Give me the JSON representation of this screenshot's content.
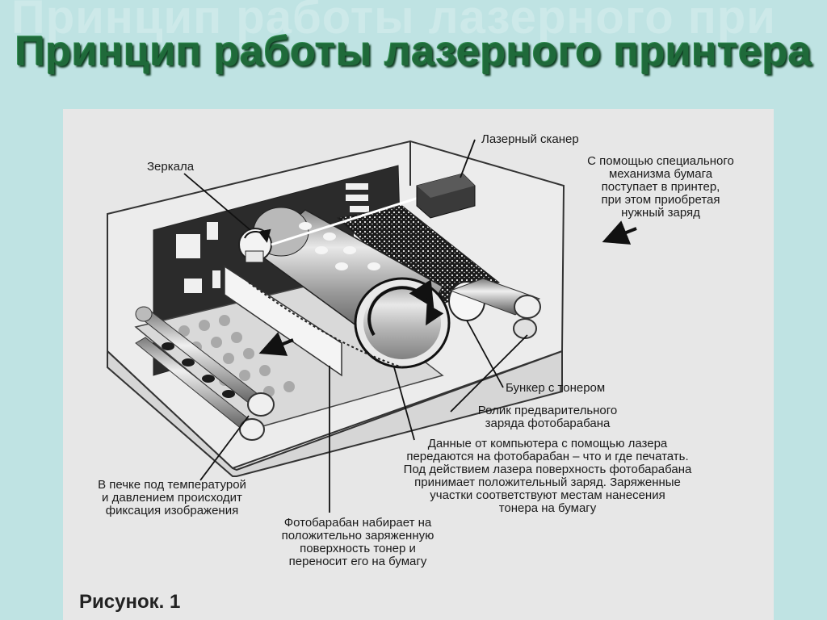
{
  "slide": {
    "ghost_title": "Принцип работы лазерного при",
    "title": "Принцип работы лазерного принтера"
  },
  "figure": {
    "caption": "Рисунок. 1",
    "labels": {
      "laser_scanner": "Лазерный сканер",
      "mirrors": "Зеркала",
      "paper_line1": "С помощью специального",
      "paper_line2": "механизма бумага",
      "paper_line3": "поступает в принтер,",
      "paper_line4": "при этом приобретая",
      "paper_line5": "нужный заряд",
      "toner_hopper": "Бункер с тонером",
      "precharge_line1": "Ролик предварительного",
      "precharge_line2": "заряда фотобарабана",
      "data_line1": "Данные от компьютера с помощью лазера",
      "data_line2": "передаются на фотобарабан – что и где печатать.",
      "data_line3": "Под действием лазера поверхность фотобарабана",
      "data_line4": "принимает положительный заряд. Заряженные",
      "data_line5": "участки соответствуют местам нанесения",
      "data_line6": "тонера на бумагу",
      "fuser_line1": "В печке под температурой",
      "fuser_line2": "и давлением происходит",
      "fuser_line3": "фиксация изображения",
      "drum_line1": "Фотобарабан набирает на",
      "drum_line2": "положительно заряженную",
      "drum_line3": "поверхность тонер и",
      "drum_line4": "переносит его на бумагу"
    }
  },
  "colors": {
    "title_green": "#1f6a3a",
    "background": "#bfe3e3",
    "panel": "#e7e7e7"
  }
}
